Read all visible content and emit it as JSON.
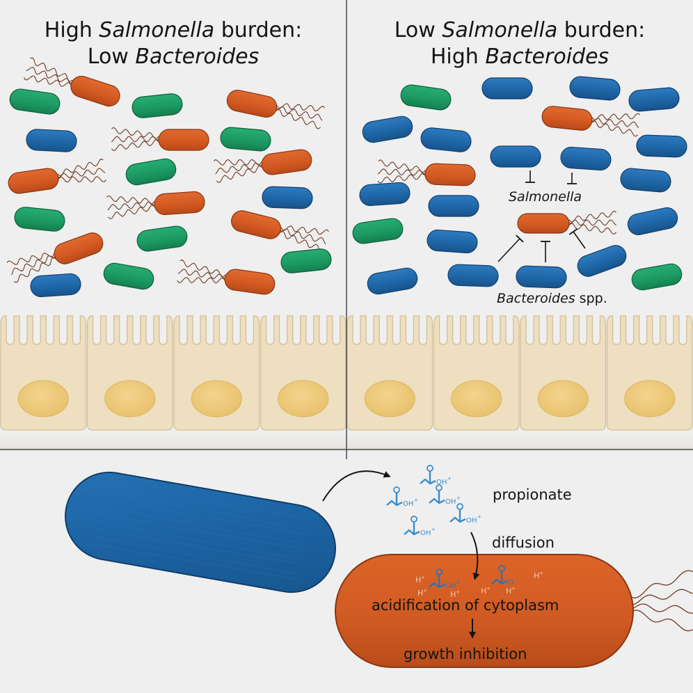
{
  "panels": {
    "left": {
      "title_line1_pre": "High ",
      "title_line1_italic": "Salmonella",
      "title_line1_post": " burden:",
      "title_line2_pre": "Low ",
      "title_line2_italic": "Bacteroides"
    },
    "right": {
      "title_line1_pre": "Low ",
      "title_line1_italic": "Salmonella",
      "title_line1_post": " burden:",
      "title_line2_pre": "High ",
      "title_line2_italic": "Bacteroides",
      "salmonella_label": "Salmonella",
      "bacteroides_label_italic": "Bacteroides",
      "bacteroides_label_post": " spp."
    }
  },
  "mechanism": {
    "propionate_label": "propionate",
    "diffusion_label": "diffusion",
    "acidification_label": "acidification of cytoplasm",
    "growth_label": "growth inhibition",
    "oh_label": "OH",
    "o_label": "O",
    "h_label": "H",
    "plus_label": "+"
  },
  "colors": {
    "bacteroides_blue": "#1f66a6",
    "salmonella_orange": "#d35a22",
    "commensal_green": "#1c9a63",
    "epithelium": "#eddfbf",
    "nucleus": "#ecc878",
    "propionate_blue": "#3b8ccc",
    "background": "#efefef"
  }
}
